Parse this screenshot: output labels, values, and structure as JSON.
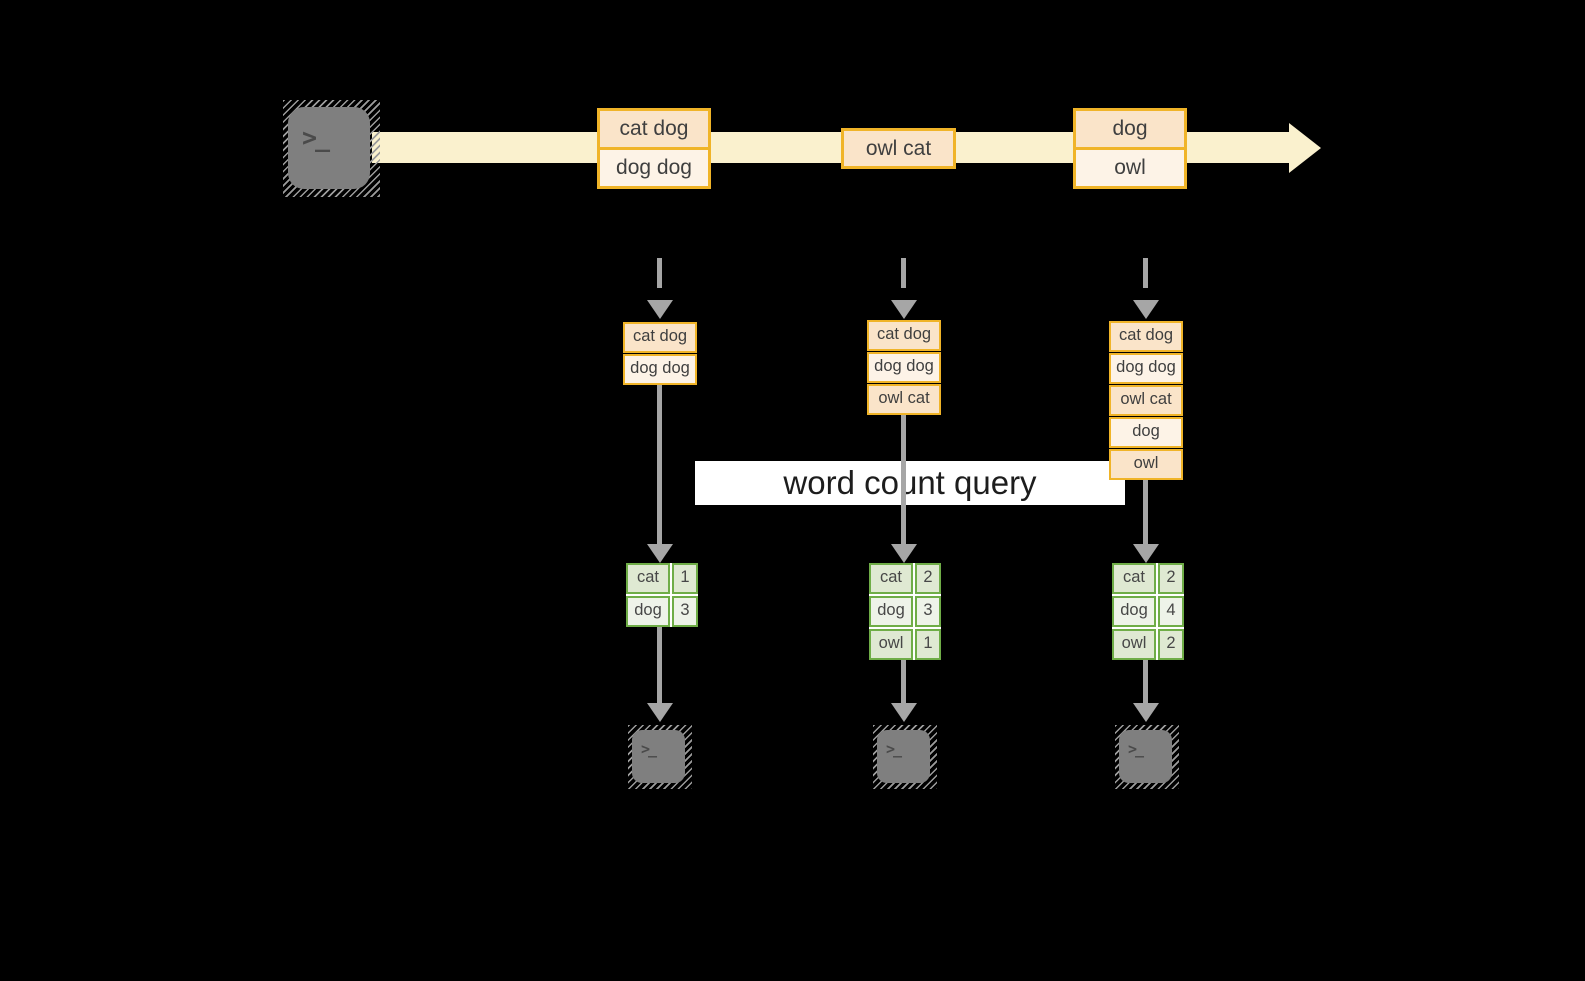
{
  "diagram": {
    "query_label": "word count query"
  },
  "icons": {
    "terminal_glyph": ">_"
  },
  "stream": {
    "batches": [
      [
        "cat dog",
        "dog dog"
      ],
      [
        "owl cat"
      ],
      [
        "dog",
        "owl"
      ]
    ]
  },
  "columns": [
    {
      "buffer": [
        "cat dog",
        "dog dog"
      ],
      "counts": [
        [
          "cat",
          "1"
        ],
        [
          "dog",
          "3"
        ]
      ]
    },
    {
      "buffer": [
        "cat dog",
        "dog dog",
        "owl cat"
      ],
      "counts": [
        [
          "cat",
          "2"
        ],
        [
          "dog",
          "3"
        ],
        [
          "owl",
          "1"
        ]
      ]
    },
    {
      "buffer": [
        "cat dog",
        "dog dog",
        "owl cat",
        "dog",
        "owl"
      ],
      "counts": [
        [
          "cat",
          "2"
        ],
        [
          "dog",
          "4"
        ],
        [
          "owl",
          "2"
        ]
      ]
    }
  ],
  "colors": {
    "background": "#000000",
    "stream_fill": "#FAF1CE",
    "record_border": "#F0B428",
    "record_fill_dark": "#FAE4C9",
    "record_fill_light": "#FDF3E7",
    "table_border": "#6FAD47",
    "table_fill_dark": "#DFE9D2",
    "table_fill_light": "#EEF3E9",
    "connector_gray": "#A6A6A6",
    "label_background": "#FFFFFF"
  }
}
